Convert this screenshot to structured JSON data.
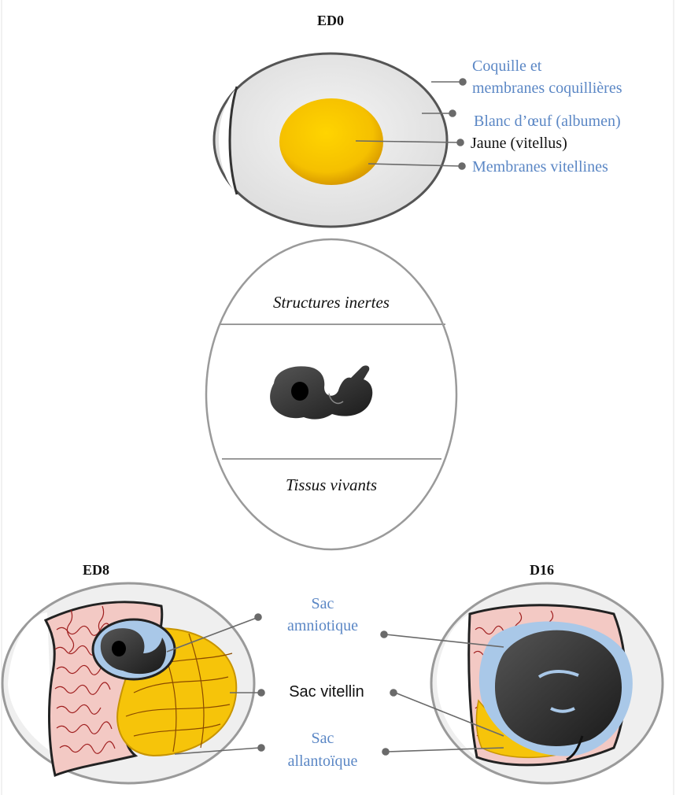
{
  "stages": {
    "ed0": "ED0",
    "ed8": "ED8",
    "d16": "D16"
  },
  "egg_labels": {
    "shell_line1": "Coquille et",
    "shell_line2": "membranes coquillières",
    "albumen": "Blanc d’œuf (albumen)",
    "yolk": "Jaune  (vitellus)",
    "vitelline": "Membranes vitellines"
  },
  "schema": {
    "top": "Structures inertes",
    "bottom": "Tissus vivants"
  },
  "sacs": {
    "amnio_line1": "Sac",
    "amnio_line2": "amniotique",
    "vitellin": "Sac vitellin",
    "allanto_line1": "Sac",
    "allanto_line2": "allantoïque"
  },
  "colors": {
    "blue_label": "#5b87c5",
    "yolk": "#f5c400",
    "allantois": "#f3c9c4",
    "vessels": "#a02020",
    "embryo": "#2b2b2b",
    "amnion": "#a9c8e8"
  }
}
